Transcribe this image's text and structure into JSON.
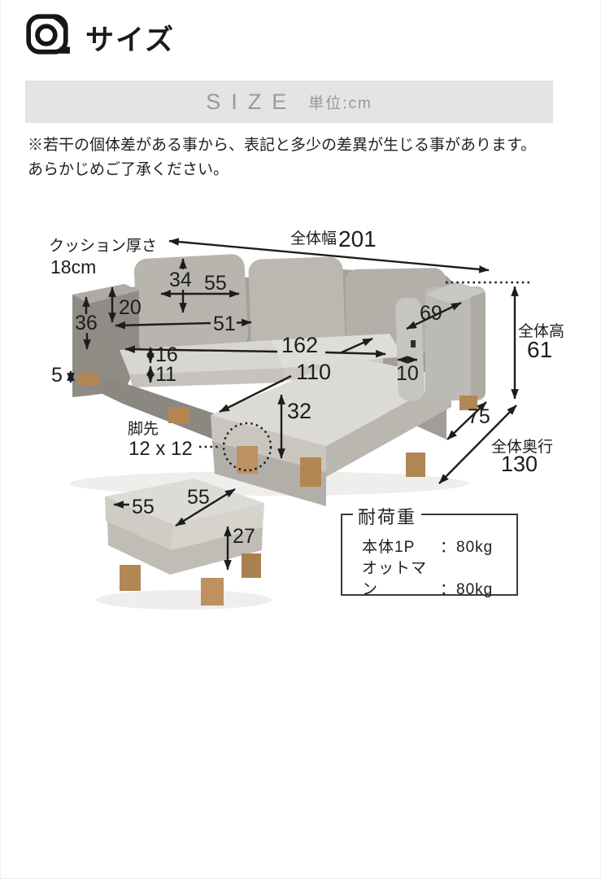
{
  "header": {
    "icon": "measuring-tape-icon",
    "title": "サイズ"
  },
  "size_bar": {
    "title": "SIZE",
    "unit": "単位:cm"
  },
  "disclaimer": {
    "line1": "※若干の個体差がある事から、表記と多少の差異が生じる事があります。",
    "line2": "あらかじめご了承ください。"
  },
  "diagram": {
    "overall_width": {
      "label": "全体幅",
      "value": "201"
    },
    "overall_height": {
      "label": "全体高",
      "value": "61"
    },
    "overall_depth": {
      "label": "全体奥行",
      "value": "130"
    },
    "cushion_thickness": {
      "label": "クッション厚さ",
      "value": "18cm"
    },
    "back_cushion_height": "34",
    "back_cushion_width": "55",
    "arm_to_seat_height": "20",
    "armrest_height": "36",
    "seat_depth": "51",
    "inner_width": "162",
    "seat_cushion_thickness": "16",
    "base_height": "11",
    "leg_height": "5",
    "armrest_top_length": "69",
    "armrest_width": "10",
    "chaise_length": "110",
    "chaise_height": "32",
    "right_seat_width": "75",
    "leg_size": {
      "label": "脚先",
      "value": "12 x 12"
    },
    "ottoman": {
      "width": "55",
      "depth": "55",
      "height": "27"
    }
  },
  "load_capacity": {
    "title": "耐荷重",
    "separator": "：",
    "rows": [
      {
        "label": "本体1P",
        "value": "80kg"
      },
      {
        "label": "オットマン",
        "value": "80kg"
      }
    ]
  },
  "colors": {
    "bar_bg": "#e4e4e4",
    "bar_text": "#999999",
    "ink": "#1d1d1d",
    "wood_leg": "#b28753"
  }
}
